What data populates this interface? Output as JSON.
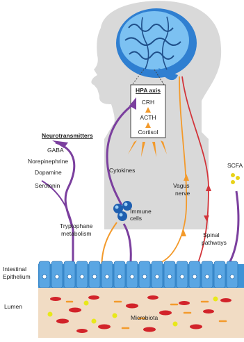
{
  "colors": {
    "head": "#d9d9d9",
    "brain": "#2f7fd1",
    "brain_light": "#7cc1f2",
    "purple": "#7b3f9e",
    "orange": "#f39a2b",
    "red": "#d2343a",
    "epithelium": "#3f93d6",
    "lumen": "#f1dcc4",
    "yellow": "#e8e81a"
  },
  "hpa": {
    "title": "HPA axis",
    "crh": "CRH",
    "acth": "ACTH",
    "cortisol": "Cortisol"
  },
  "neurotransmitters": {
    "title": "Neurotransmitters",
    "items": [
      "GABA",
      "Norepinephrine",
      "Dopamine",
      "Serotonin"
    ]
  },
  "labels": {
    "cytokines": "Cytokines",
    "vagus_line1": "Vagus",
    "vagus_line2": "nerve",
    "scfa": "SCFA",
    "immune_line1": "Immune",
    "immune_line2": "cells",
    "tryptophane_line1": "Tryptophane",
    "tryptophane_line2": "metabolism",
    "spinal_line1": "Spinal",
    "spinal_line2": "pathways",
    "epithelium_line1": "Intestinal",
    "epithelium_line2": "Epithelium",
    "lumen": "Lumen",
    "microbiota": "Microbiota"
  }
}
